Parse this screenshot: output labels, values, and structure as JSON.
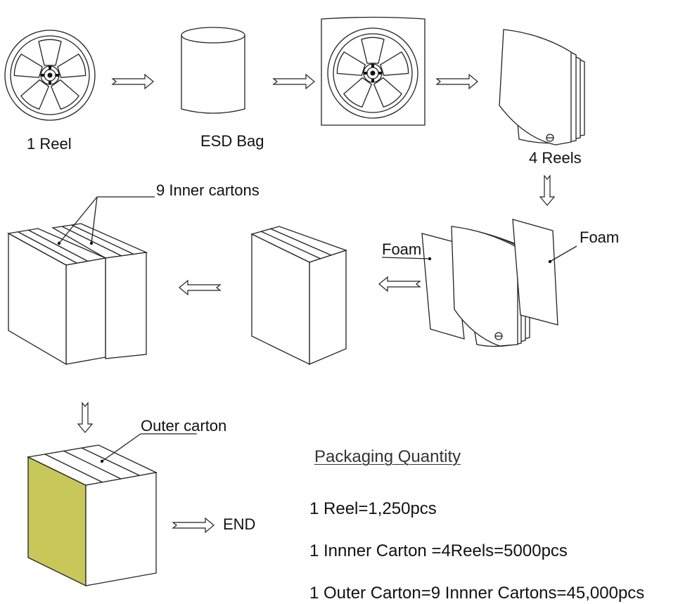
{
  "labels": {
    "one_reel": "1 Reel",
    "esd_bag": "ESD Bag",
    "four_reels": "4 Reels",
    "inner_cartons": "9 Inner cartons",
    "foam_left": "Foam",
    "foam_right": "Foam",
    "outer_carton": "Outer carton",
    "end": "END"
  },
  "packaging": {
    "title": "Packaging Quantity",
    "lines": [
      "1 Reel=1,250pcs",
      "1 Innner Carton =4Reels=5000pcs",
      "1 Outer Carton=9 Innner Cartons=45,000pcs"
    ]
  },
  "colors": {
    "outer_carton_side": "#c8c85a",
    "line": "#222222"
  }
}
